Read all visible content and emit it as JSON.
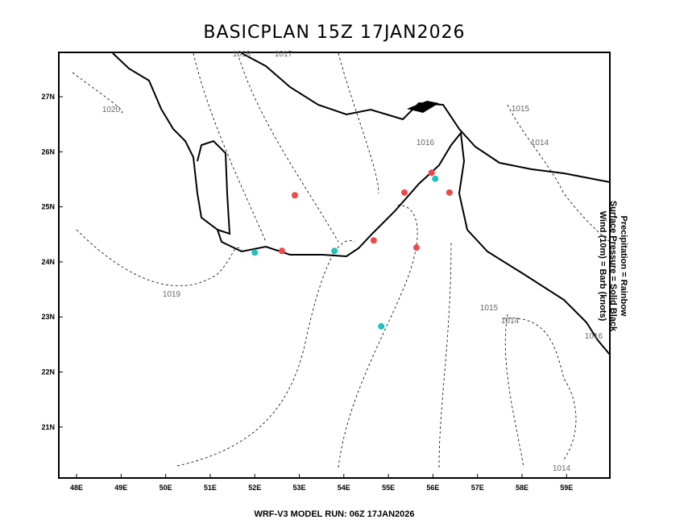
{
  "title": "BASICPLAN 15Z 17JAN2026",
  "footer": "WRF-V3 MODEL RUN: 06Z 17JAN2026",
  "legend": [
    "Precipitation = Rainbow",
    "Surface Pressure = Solid Black",
    "Wind (10m) = Barb (knots)"
  ],
  "lon_ticks": [
    "48E",
    "49E",
    "50E",
    "51E",
    "52E",
    "53E",
    "54E",
    "55E",
    "56E",
    "57E",
    "58E",
    "59E"
  ],
  "lat_ticks": [
    "27N",
    "26N",
    "25N",
    "24N",
    "23N",
    "22N",
    "21N"
  ],
  "isobar_labels": [
    "1018",
    "1017",
    "1020",
    "1016",
    "1015",
    "1014",
    "1019",
    "1015",
    "1014",
    "1016",
    "1014"
  ],
  "colors": {
    "red": "#f04848",
    "cyan": "#20c0c0"
  },
  "points": [
    {
      "lon": 52.9,
      "lat": 25.21,
      "color": "red"
    },
    {
      "lon": 52.61,
      "lat": 24.2,
      "color": "red"
    },
    {
      "lon": 54.67,
      "lat": 24.39,
      "color": "red"
    },
    {
      "lon": 55.63,
      "lat": 24.26,
      "color": "red"
    },
    {
      "lon": 55.36,
      "lat": 25.26,
      "color": "red"
    },
    {
      "lon": 55.97,
      "lat": 25.62,
      "color": "red"
    },
    {
      "lon": 56.37,
      "lat": 25.26,
      "color": "red"
    },
    {
      "lon": 52.0,
      "lat": 24.17,
      "color": "cyan"
    },
    {
      "lon": 53.79,
      "lat": 24.2,
      "color": "cyan"
    },
    {
      "lon": 56.05,
      "lat": 25.51,
      "color": "cyan"
    },
    {
      "lon": 54.84,
      "lat": 22.83,
      "color": "cyan"
    }
  ]
}
